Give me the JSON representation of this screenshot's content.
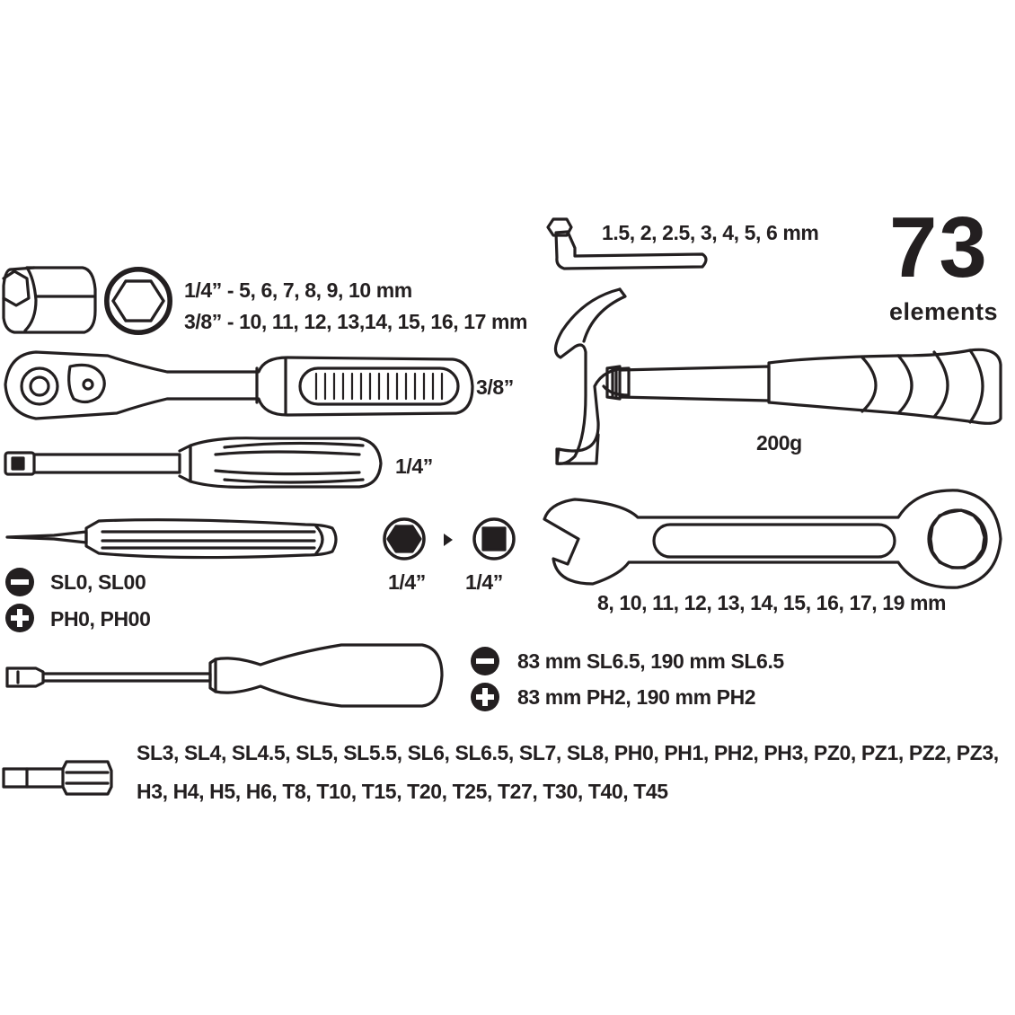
{
  "header": {
    "count": "73",
    "count_label": "elements"
  },
  "hex_keys": {
    "sizes": "1.5, 2, 2.5, 3, 4, 5, 6 mm"
  },
  "sockets": {
    "line_quarter": "1/4” - 5, 6, 7, 8, 9, 10 mm",
    "line_three_eighths": "3/8” - 10, 11, 12, 13,14, 15, 16, 17 mm"
  },
  "ratchet": {
    "size": "3/8”"
  },
  "bit_holder": {
    "size": "1/4”"
  },
  "hammer": {
    "weight": "200g"
  },
  "precision_screwdriver": {
    "slotted": "SL0, SL00",
    "phillips": "PH0, PH00"
  },
  "adapter": {
    "from_size": "1/4”",
    "to_size": "1/4”"
  },
  "wrench": {
    "sizes": "8, 10, 11, 12, 13, 14, 15, 16, 17, 19 mm"
  },
  "screwdrivers": {
    "slotted": "83 mm SL6.5, 190 mm SL6.5",
    "phillips": "83 mm PH2, 190 mm PH2"
  },
  "bits": {
    "line1": "SL3, SL4, SL4.5, SL5, SL5.5, SL6, SL6.5, SL7, SL8, PH0, PH1, PH2, PH3, PZ0, PZ1, PZ2, PZ3,",
    "line2": "H3, H4, H5, H6, T8, T10, T15, T20, T25, T27, T30, T40, T45"
  },
  "colors": {
    "ink": "#231f20",
    "background": "#ffffff"
  }
}
